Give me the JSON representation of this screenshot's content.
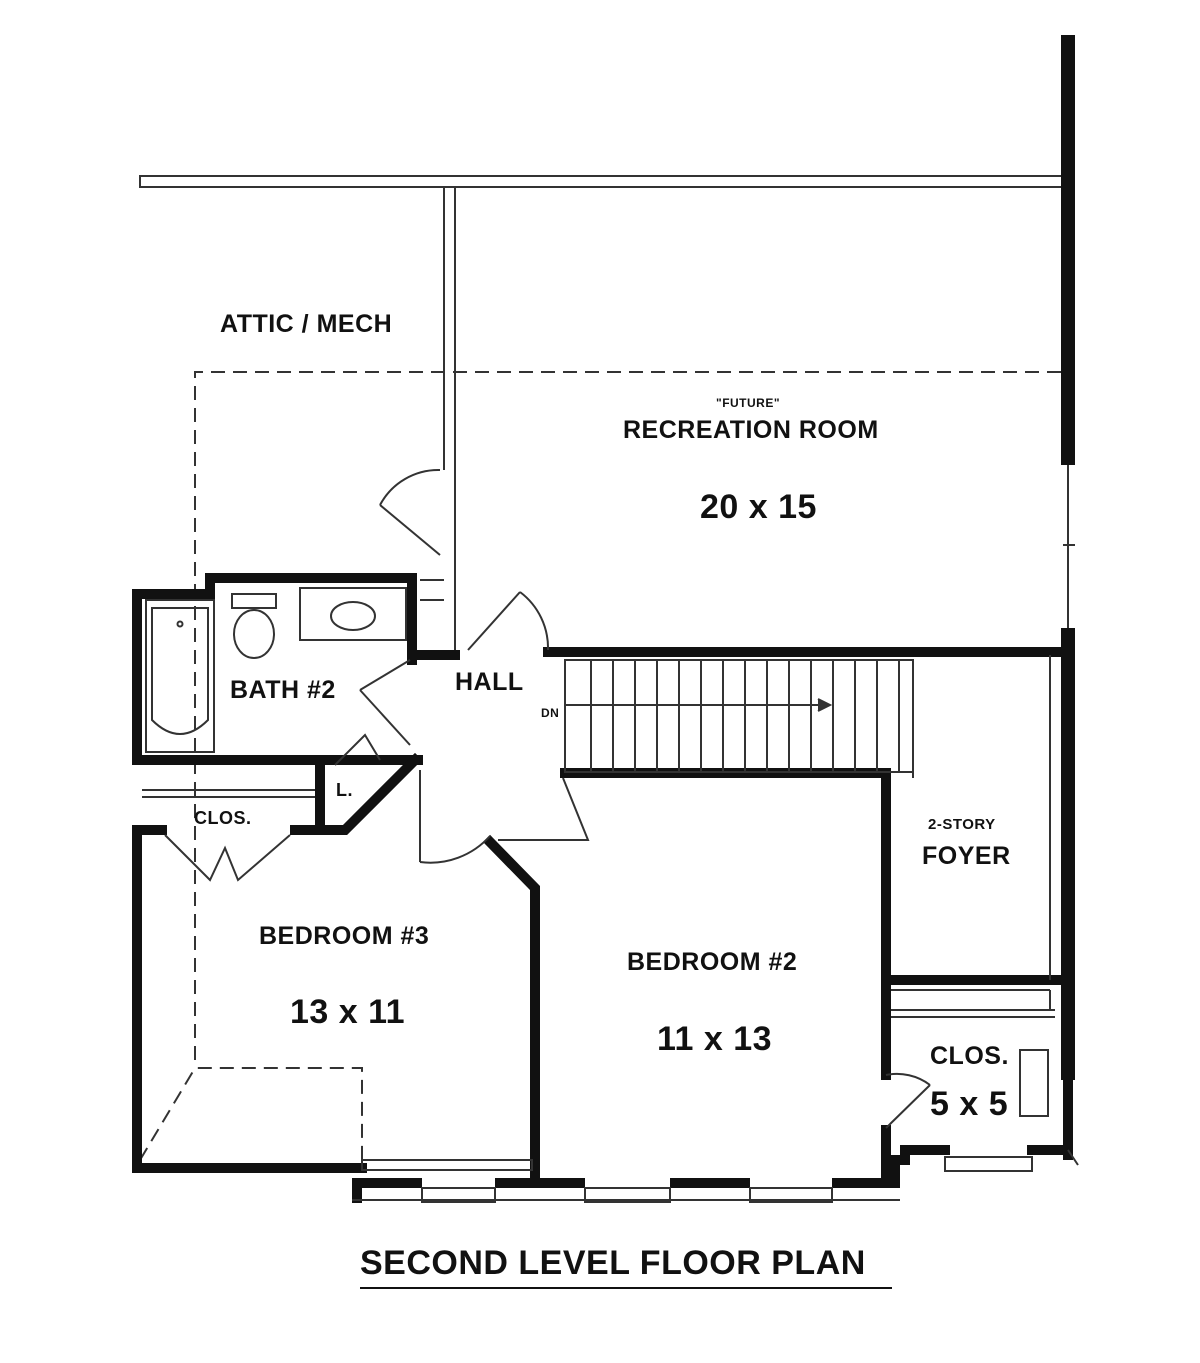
{
  "title": "SECOND LEVEL FLOOR PLAN",
  "rooms": {
    "attic": {
      "name": "ATTIC / MECH"
    },
    "recreation": {
      "note": "\"FUTURE\"",
      "name": "RECREATION ROOM",
      "size": "20 x 15"
    },
    "bath2": {
      "name": "BATH #2"
    },
    "hall": {
      "name": "HALL",
      "stair_label": "DN"
    },
    "linen": {
      "name": "L."
    },
    "closet_bed3": {
      "name": "CLOS."
    },
    "bedroom3": {
      "name": "BEDROOM #3",
      "size": "13 x 11"
    },
    "bedroom2": {
      "name": "BEDROOM #2",
      "size": "11 x 13"
    },
    "foyer": {
      "note": "2-STORY",
      "name": "FOYER"
    },
    "closet_main": {
      "name": "CLOS.",
      "size": "5 x 5"
    }
  }
}
